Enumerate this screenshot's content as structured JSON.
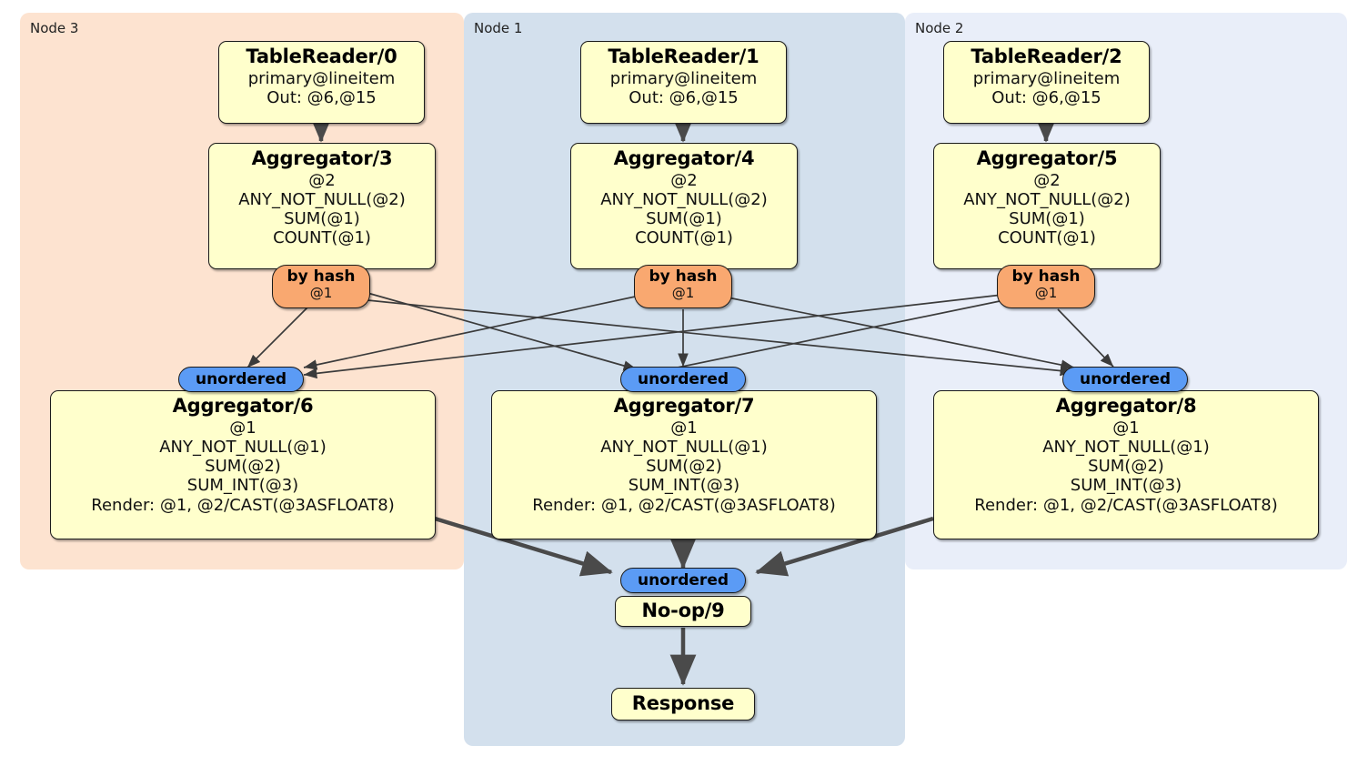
{
  "diagram": {
    "type": "distributed-query-plan",
    "colors": {
      "box_fill": "#ffffcc",
      "box_stroke": "#1a1a1a",
      "hash_router": "#f9a870",
      "unordered_router": "#5b9bf5",
      "node3_panel": "#fde3d0",
      "node1_panel": "#d3e0ed",
      "node2_panel": "#e9eef9",
      "edge": "#4a4a4a"
    }
  },
  "panels": [
    {
      "label": "Node 3",
      "color": "#fde3d0"
    },
    {
      "label": "Node 1",
      "color": "#d3e0ed"
    },
    {
      "label": "Node 2",
      "color": "#e9eef9"
    }
  ],
  "readers": [
    {
      "title": "TableReader/0",
      "line1": "primary@lineitem",
      "line2": "Out: @6,@15"
    },
    {
      "title": "TableReader/1",
      "line1": "primary@lineitem",
      "line2": "Out: @6,@15"
    },
    {
      "title": "TableReader/2",
      "line1": "primary@lineitem",
      "line2": "Out: @6,@15"
    }
  ],
  "local_aggregators": [
    {
      "title": "Aggregator/3",
      "group": "@2",
      "agg1": "ANY_NOT_NULL(@2)",
      "agg2": "SUM(@1)",
      "agg3": "COUNT(@1)"
    },
    {
      "title": "Aggregator/4",
      "group": "@2",
      "agg1": "ANY_NOT_NULL(@2)",
      "agg2": "SUM(@1)",
      "agg3": "COUNT(@1)"
    },
    {
      "title": "Aggregator/5",
      "group": "@2",
      "agg1": "ANY_NOT_NULL(@2)",
      "agg2": "SUM(@1)",
      "agg3": "COUNT(@1)"
    }
  ],
  "hash_routers": [
    {
      "title": "by hash",
      "sub": "@1"
    },
    {
      "title": "by hash",
      "sub": "@1"
    },
    {
      "title": "by hash",
      "sub": "@1"
    }
  ],
  "unordered_mid": [
    {
      "label": "unordered"
    },
    {
      "label": "unordered"
    },
    {
      "label": "unordered"
    }
  ],
  "final_aggregators": [
    {
      "title": "Aggregator/6",
      "group": "@1",
      "agg1": "ANY_NOT_NULL(@1)",
      "agg2": "SUM(@2)",
      "agg3": "SUM_INT(@3)",
      "render": "Render: @1, @2/CAST(@3ASFLOAT8)"
    },
    {
      "title": "Aggregator/7",
      "group": "@1",
      "agg1": "ANY_NOT_NULL(@1)",
      "agg2": "SUM(@2)",
      "agg3": "SUM_INT(@3)",
      "render": "Render: @1, @2/CAST(@3ASFLOAT8)"
    },
    {
      "title": "Aggregator/8",
      "group": "@1",
      "agg1": "ANY_NOT_NULL(@1)",
      "agg2": "SUM(@2)",
      "agg3": "SUM_INT(@3)",
      "render": "Render: @1, @2/CAST(@3ASFLOAT8)"
    }
  ],
  "final_unordered": {
    "label": "unordered"
  },
  "noop": {
    "title": "No-op/9"
  },
  "response": {
    "title": "Response"
  }
}
